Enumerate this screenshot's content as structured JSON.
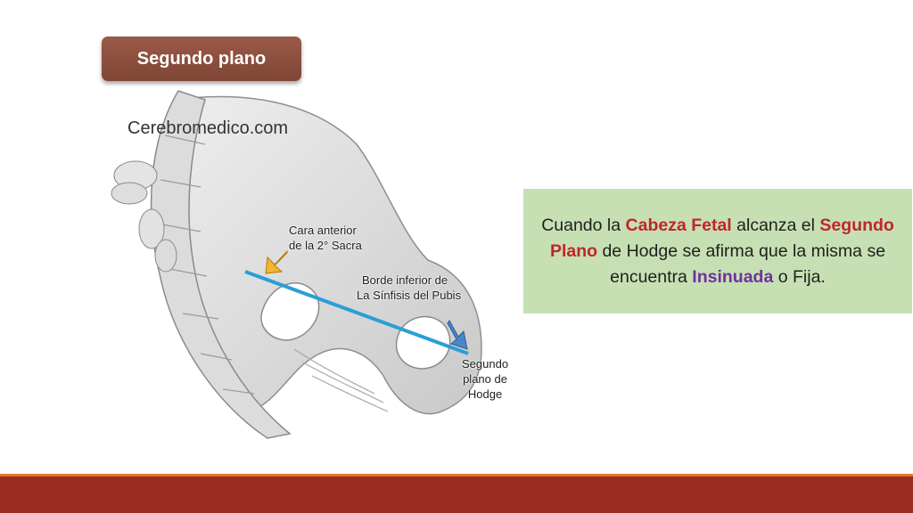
{
  "slide": {
    "title": "Segundo plano"
  },
  "figure": {
    "watermark": "Cerebromedico.com",
    "label_sacra": [
      "Cara anterior",
      "de la 2° Sacra"
    ],
    "label_pubis": [
      "Borde inferior de",
      "La Sínfisis del Pubis"
    ],
    "label_hodge": [
      "Segundo",
      "plano de",
      "Hodge"
    ],
    "plane_color": "#2a9fd6",
    "arrow_yellow": "#f2b531",
    "arrow_blue": "#4a86c8"
  },
  "info_box": {
    "t1": "Cuando la ",
    "h1": "Cabeza Fetal",
    "t2": " alcanza el ",
    "h2": "Segundo Plano",
    "t3": " de Hodge se afirma que la misma se encuentra ",
    "h3": "Insinuada",
    "t4": " o Fija."
  },
  "colors": {
    "badge": "#8b4d3d",
    "info_bg": "#c6e0b3",
    "footer": "#9b2d20",
    "footer_accent": "#e07a2a"
  }
}
